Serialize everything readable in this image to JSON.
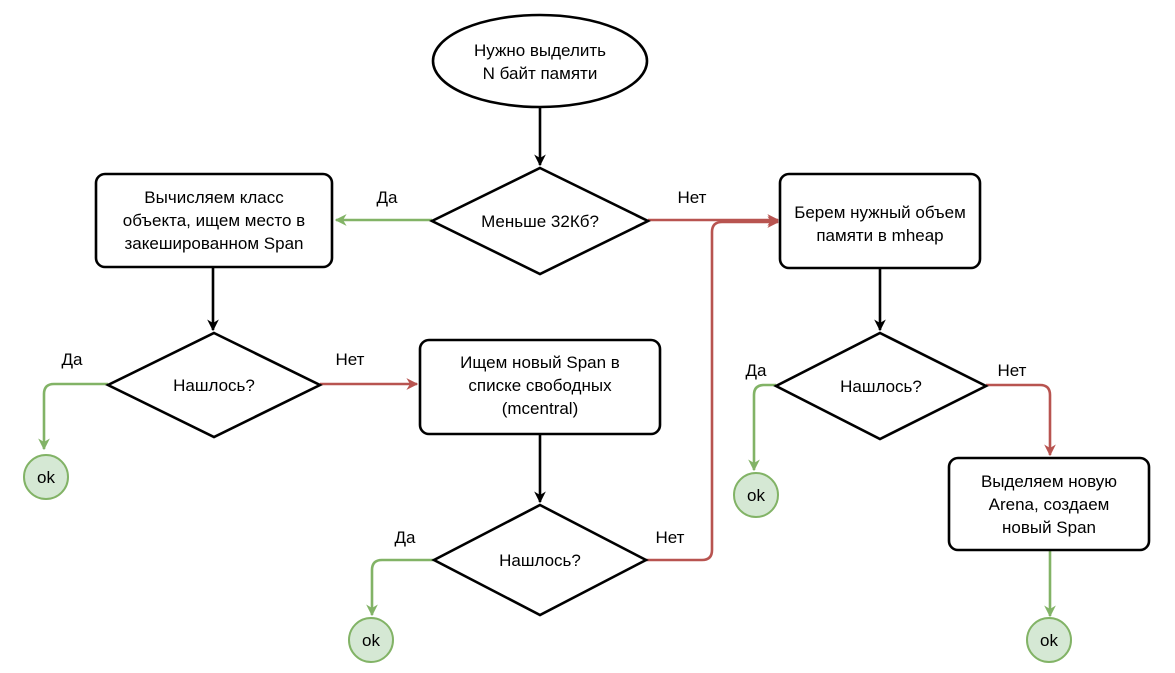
{
  "colors": {
    "yes": "#82b366",
    "no": "#b85450",
    "default": "#000000",
    "ok_fill": "#d5e8d4",
    "ok_stroke": "#82b366"
  },
  "nodes": {
    "start": [
      "Нужно выделить",
      "N байт памяти"
    ],
    "size_check": [
      "Меньше 32Кб?"
    ],
    "compute_class": [
      "Вычисляем класс",
      "объекта, ищем место в",
      "закешированном Span"
    ],
    "found1": [
      "Нашлось?"
    ],
    "find_new_span": [
      "Ищем новый Span в",
      "списке свободных",
      "(mcentral)"
    ],
    "found2": [
      "Нашлось?"
    ],
    "take_mheap": [
      "Берем нужный объем",
      "памяти в mheap"
    ],
    "found3": [
      "Нашлось?"
    ],
    "new_arena": [
      "Выделяем новую",
      "Arena, создаем",
      "новый Span"
    ],
    "ok1": [
      "ok"
    ],
    "ok2": [
      "ok"
    ],
    "ok3": [
      "ok"
    ],
    "ok4": [
      "ok"
    ]
  },
  "labels": {
    "yes": "Да",
    "no": "Нет"
  }
}
